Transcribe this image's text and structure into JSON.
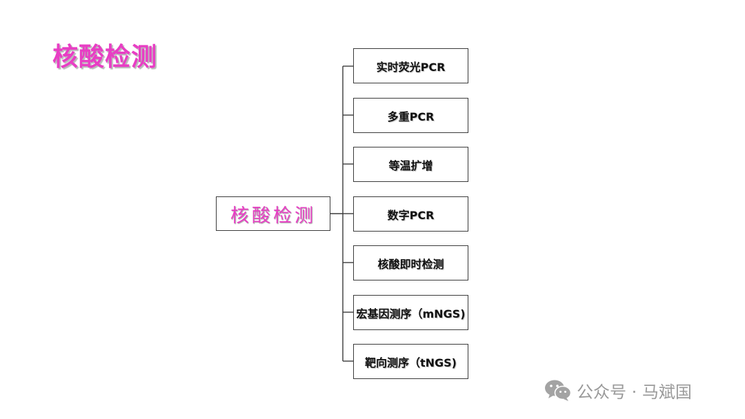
{
  "title": "核酸检测",
  "diagram": {
    "root": {
      "label": "核酸检测"
    },
    "children": [
      {
        "label": "实时荧光PCR"
      },
      {
        "label": "多重PCR"
      },
      {
        "label": "等温扩增"
      },
      {
        "label": "数字PCR"
      },
      {
        "label": "核酸即时检测"
      },
      {
        "label": "宏基因测序（mNGS)"
      },
      {
        "label": "靶向测序（tNGS)"
      }
    ]
  },
  "watermark": {
    "text": "公众号 · 马斌国",
    "icon": "wechat-icon"
  },
  "colors": {
    "accent": "#e83ec4",
    "text": "#111111",
    "line": "#3a3a3a",
    "watermark": "#9a9a9a"
  }
}
